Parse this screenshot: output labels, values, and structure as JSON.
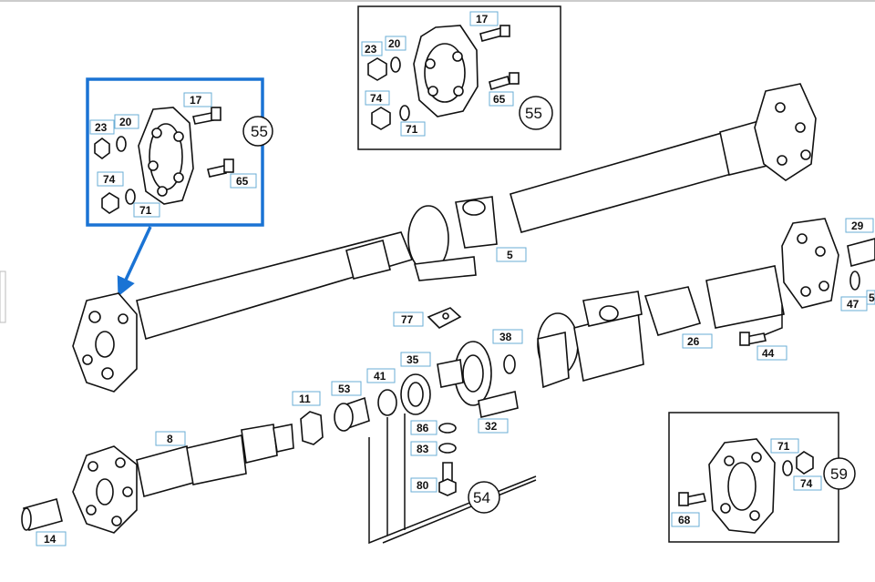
{
  "labels": {
    "l17a": "17",
    "l20a": "20",
    "l23a": "23",
    "l74a": "74",
    "l71a": "71",
    "l65a": "65",
    "l55a": "55",
    "l17b": "17",
    "l20b": "20",
    "l23b": "23",
    "l74b": "74",
    "l71b": "71",
    "l65b": "65",
    "l55b": "55",
    "l5": "5",
    "l29": "29",
    "l47": "47",
    "l5x": "5",
    "l77": "77",
    "l38": "38",
    "l35": "35",
    "l41": "41",
    "l53": "53",
    "l11": "11",
    "l8": "8",
    "l26": "26",
    "l44": "44",
    "l86": "86",
    "l83": "83",
    "l80": "80",
    "l32": "32",
    "l54": "54",
    "l14": "14",
    "l71c": "71",
    "l74c": "74",
    "l68": "68",
    "l59": "59"
  },
  "colors": {
    "highlight": "#1a73d4",
    "tag_border": "#6aaed6",
    "ink": "#111111"
  }
}
